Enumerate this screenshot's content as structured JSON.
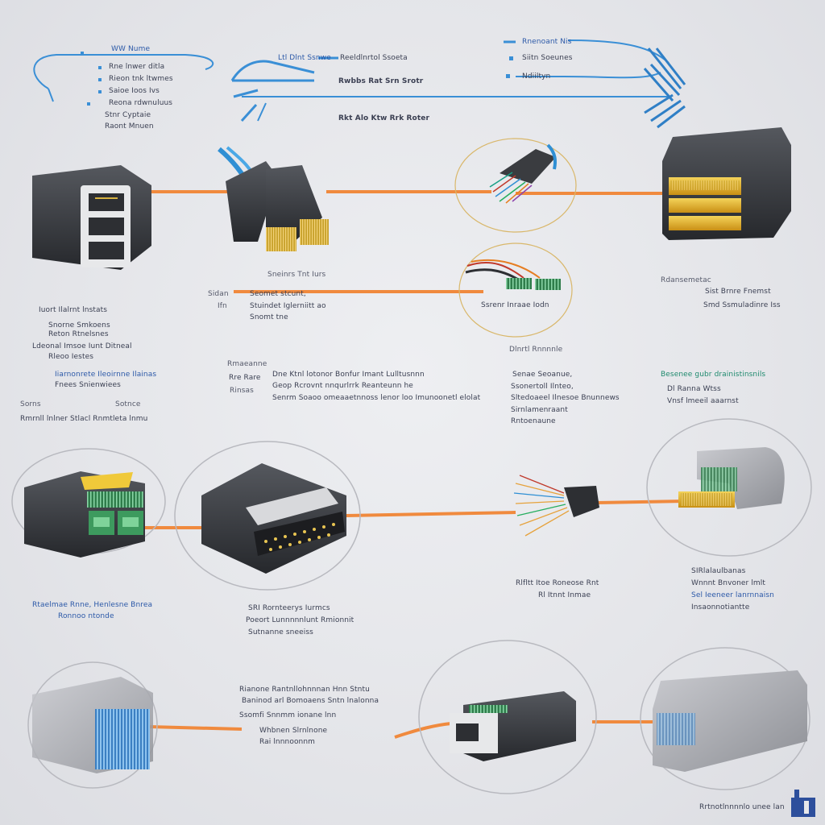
{
  "colors": {
    "cable": "#f08a3e",
    "blue_cable": "#2f8fd4",
    "housing": "#3a3c40",
    "pins": "#e3b320",
    "pcb": "#3d8f5a",
    "label_text": "#3a3f52",
    "label_blue": "#2c59a8",
    "label_teal": "#1f8a6e"
  },
  "icons": {
    "rj45_coupler": "rj45-coupler-icon",
    "dual_plug": "dual-plug-icon",
    "gold_connector": "gold-pin-connector-icon",
    "logo": "corner-logo-icon"
  },
  "labels": {
    "top_left": [
      "WW Nume",
      "Rne lnwer ditla",
      "Rieon tnk ltwmes",
      "Saioe Ioos Ivs",
      "Reona rdwnuluus",
      "Stnr Cyptaie",
      "Raont Mnuen"
    ],
    "top_mid": [
      "Ltl Dlnt Ssnwe",
      "Reeldlnrtol Ssoeta",
      "Rwbbs Rat Srn Srotr",
      "Rkt Alo Ktw Rrk Roter"
    ],
    "top_right": [
      "Rnenoant Nis",
      "Siitn Soeunes",
      "Ndiiltyn"
    ],
    "row2_mid": [
      "Sneinrs Tnt Iurs",
      "Seomet stcunt,",
      "Stuindet Iglerniitt ao",
      "Snomt tne"
    ],
    "row2_mid_left": [
      "Sidan",
      "Ifn"
    ],
    "row2_fiber": "Ssrenr Inraae Iodn",
    "row2_right": [
      "Rdansemetac",
      "Sist Brnre Fnemst",
      "Smd Ssmuladinre Iss"
    ],
    "left_block": [
      "Iuort Ilalrnt lnstats",
      "Snorne Smkoens",
      "Reton Rtnelsnes",
      "Ldeonal Imsoe Iunt Ditneal",
      "Rleoo Iestes",
      "Iiarnonrete Ileoirnne Ilainas",
      "Fnees Snienwiees",
      "Sorns",
      "Sotnce",
      "Rmrnll lnlner Stlacl Rnmtleta lnmu"
    ],
    "mid_block_left": [
      "Rmaeanne",
      "Rre Rare",
      "Rinsas"
    ],
    "mid_block": [
      "Dne Ktnl lotonor Bonfur Imant Lulltusnnn",
      "Geop Rcrovnt nnqurlrrk Reanteunn he",
      "Senrm Soaoo omeaaetnnoss lenor loo Imunoonetl elolat"
    ],
    "mid_right_block": [
      "Dlnrtl Rnnnnle",
      "Senae Seoanue,",
      "Ssonertoll Ilnteo,",
      "Sltedoaeel Ilnesoe Bnunnews",
      "Sirnlamenraant",
      "Rntoenaune"
    ],
    "right_teal": "Besenee gubr drainistinsnils",
    "right_block": [
      "Dl Ranna Wtss",
      "Vnsf lmeeil aaarnst"
    ],
    "row3_left_caption": [
      "Rtaelmae Rnne, Henlesne Bnrea",
      "Ronnoo ntonde"
    ],
    "row3_mid_caption": [
      "SRI Rornteerys Iurmcs",
      "Poeort Lunnnnnlunt Rmionnit",
      "Sutnanne sneeiss"
    ],
    "row3_fan_caption": [
      "Rlfltt Itoe Roneose Rnt",
      "Rl Itnnt Inmae"
    ],
    "row3_right_caption": [
      "SIRlalaulbanas",
      "Wnnnt Bnvoner lmlt",
      "Sel Ieeneer lanrnnaisn",
      "Insaonnotiantte"
    ],
    "bottom_mid": [
      "Rianone Rantnllohnnnan Hnn Stntu",
      "Baninod arl Bomoaens Sntn lnalonna",
      "Ssomfi Snnmm ionane lnn",
      "Whbnen Slrnlnone",
      "Rai lnnnoonnm"
    ],
    "bottom_right": "Rrtnotlnnnnlo unee lan"
  }
}
